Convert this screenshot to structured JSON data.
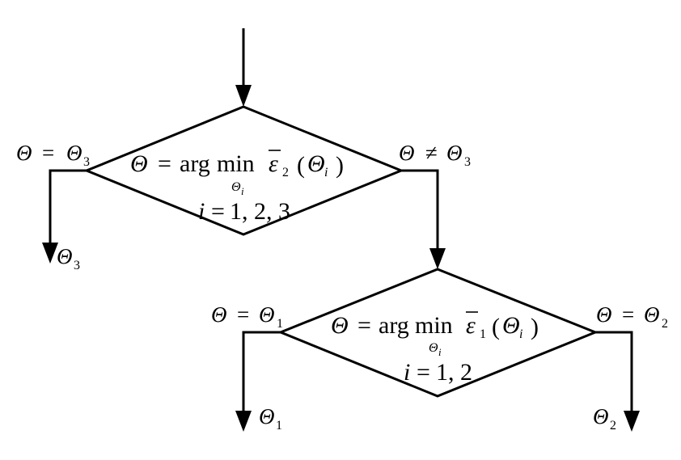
{
  "flowchart": {
    "decision1": {
      "theta": "Θ",
      "eq": "=",
      "arg": "arg",
      "min": "min",
      "min_sub": "Θ",
      "min_sub_i": "i",
      "eps": "ε",
      "eps_sub": "2",
      "lparen": "(",
      "rparen": ")",
      "arg_theta": "Θ",
      "arg_theta_sub": "i",
      "index_var": "i",
      "index_eq": "=",
      "index_values": "1, 2, 3"
    },
    "decision2": {
      "theta": "Θ",
      "eq": "=",
      "arg": "arg",
      "min": "min",
      "min_sub": "Θ",
      "min_sub_i": "i",
      "eps": "ε",
      "eps_sub": "1",
      "lparen": "(",
      "rparen": ")",
      "arg_theta": "Θ",
      "arg_theta_sub": "i",
      "index_var": "i",
      "index_eq": "=",
      "index_values": "1, 2"
    },
    "labels": {
      "d1_left": {
        "lhs": "Θ",
        "op": "=",
        "rhs": "Θ",
        "sub": "3"
      },
      "d1_right": {
        "lhs": "Θ",
        "op": "≠",
        "rhs": "Θ",
        "sub": "3"
      },
      "d2_left": {
        "lhs": "Θ",
        "op": "=",
        "rhs": "Θ",
        "sub": "1"
      },
      "d2_right": {
        "lhs": "Θ",
        "op": "=",
        "rhs": "Θ",
        "sub": "2"
      }
    },
    "outputs": {
      "out3": {
        "sym": "Θ",
        "sub": "3"
      },
      "out1": {
        "sym": "Θ",
        "sub": "1"
      },
      "out2": {
        "sym": "Θ",
        "sub": "2"
      }
    }
  }
}
